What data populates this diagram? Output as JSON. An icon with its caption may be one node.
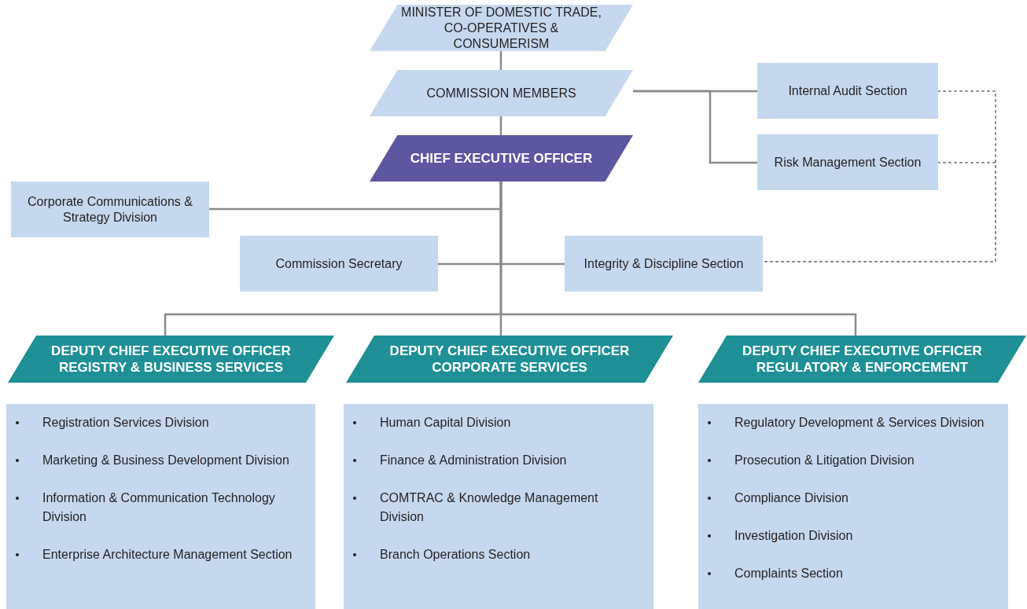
{
  "diagram": {
    "nodes": [
      {
        "text": [
          "MINISTER OF DOMESTIC TRADE, CO-OPERATIVES & CONSUMERISM"
        ]
      },
      {
        "text": [
          "COMMISSION MEMBERS"
        ]
      },
      {
        "text": [
          "CHIEF EXECUTIVE OFFICER"
        ]
      },
      {
        "text": [
          "Internal Audit Section"
        ]
      },
      {
        "text": [
          "Risk Management Section"
        ]
      },
      {
        "text": [
          "Corporate Communications & Strategy Division"
        ]
      },
      {
        "text": [
          "Commission Secretary"
        ]
      },
      {
        "text": [
          "Integrity & Discipline Section"
        ]
      },
      {
        "text": [
          "DEPUTY CHIEF EXECUTIVE OFFICER REGISTRY & BUSINESS SERVICES"
        ]
      },
      {
        "text": [
          "Registration Services Division",
          "Marketing & Business Development Division",
          "Information & Communication Technology Division",
          "Enterprise Architecture Management Section"
        ]
      },
      {
        "text": [
          "DEPUTY CHIEF EXECUTIVE OFFICER CORPORATE SERVICES"
        ]
      },
      {
        "text": [
          "Human Capital Division",
          "Finance & Administration Division",
          "COMTRAC & Knowledge Management Division",
          "Branch Operations Section"
        ]
      },
      {
        "text": [
          "DEPUTY CHIEF EXECUTIVE OFFICER REGULATORY & ENFORCEMENT"
        ]
      },
      {
        "text": [
          "Regulatory Development & Services Division",
          "Prosecution & Litigation Division",
          "Compliance Division",
          "Investigation Division",
          "Complaints Section"
        ]
      }
    ],
    "edges": [
      {
        "from": 0,
        "to": 1,
        "arrow": "none"
      },
      {
        "from": 1,
        "to": 2,
        "arrow": "none"
      },
      {
        "from": 1,
        "to": 3,
        "arrow": "none"
      },
      {
        "from": 1,
        "to": 4,
        "arrow": "none"
      },
      {
        "from": 2,
        "to": 5,
        "arrow": "none"
      },
      {
        "from": 2,
        "to": 6,
        "arrow": "none"
      },
      {
        "from": 2,
        "to": 7,
        "arrow": "none"
      },
      {
        "from": 2,
        "to": 8,
        "arrow": "none"
      },
      {
        "from": 2,
        "to": 10,
        "arrow": "none"
      },
      {
        "from": 2,
        "to": 12,
        "arrow": "none"
      },
      {
        "from": 3,
        "to": 7,
        "arrow": "none",
        "style": "dashed"
      },
      {
        "from": 4,
        "to": 7,
        "arrow": "none",
        "style": "dashed"
      }
    ]
  }
}
